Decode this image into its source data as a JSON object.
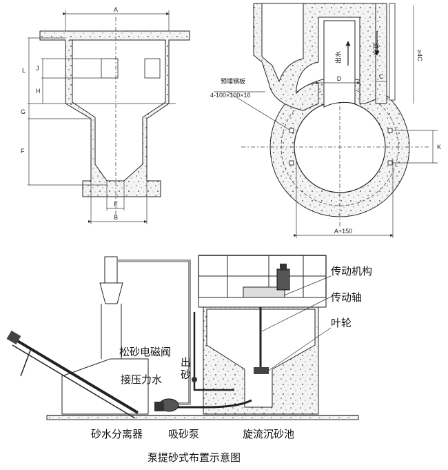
{
  "top_left": {
    "dim_A": "A",
    "dim_L": "L",
    "dim_J": "J",
    "dim_H": "H",
    "dim_G": "G",
    "dim_F": "F",
    "dim_E": "E",
    "dim_B": "B"
  },
  "top_right": {
    "outlet_label": "出水",
    "inlet_label": "进水",
    "dim_D": "D",
    "dim_C": "C",
    "dim_4C": "≥4C",
    "dim_K": "K",
    "dim_A150": "A+150",
    "plate_label": "预埋钢板",
    "plate_spec": "4-100×100×16"
  },
  "bottom": {
    "label_drive": "传动机构",
    "label_shaft": "传动轴",
    "label_impeller": "叶轮",
    "label_valve": "松砂电磁阀",
    "label_pressure_water": "接压力水",
    "label_sand_out_1": "出",
    "label_sand_out_2": "砂",
    "label_separator": "砂水分离器",
    "label_pump": "吸砂泵",
    "label_tank": "旋流沉砂池",
    "caption": "泵提砂式布置示意图"
  }
}
